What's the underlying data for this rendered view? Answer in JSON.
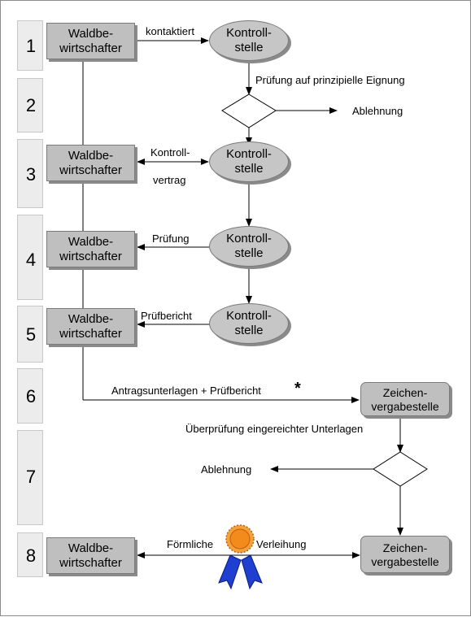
{
  "steps": [
    "1",
    "2",
    "3",
    "4",
    "5",
    "6",
    "7",
    "8"
  ],
  "nodes": {
    "waldbewirtschafter": [
      "Waldbe-",
      "wirtschafter"
    ],
    "kontrollstelle": [
      "Kontroll-",
      "stelle"
    ],
    "zeichenvergabestelle": [
      "Zeichen-",
      "vergabestelle"
    ]
  },
  "labels": {
    "kontaktiert": "kontaktiert",
    "pruefung_eignung": "Prüfung auf prinzipielle Eignung",
    "ablehnung": "Ablehnung",
    "kontrollvertrag_1": "Kontroll-",
    "kontrollvertrag_2": "vertrag",
    "pruefung": "Prüfung",
    "pruefbericht": "Prüfbericht",
    "antragsunterlagen": "Antragsunterlagen + Prüfbericht",
    "asterisk": "*",
    "ueberpruefung": "Überprüfung eingereichter Unterlagen",
    "foermliche": "Förmliche",
    "verleihung": "Verleihung"
  },
  "colors": {
    "box_fill": "#bfbfbf",
    "step_fill": "#ececec",
    "medal_orange": "#f28a1c",
    "ribbon_blue": "#1f3fd0"
  },
  "icons": {
    "medal": "award-rosette-icon"
  }
}
